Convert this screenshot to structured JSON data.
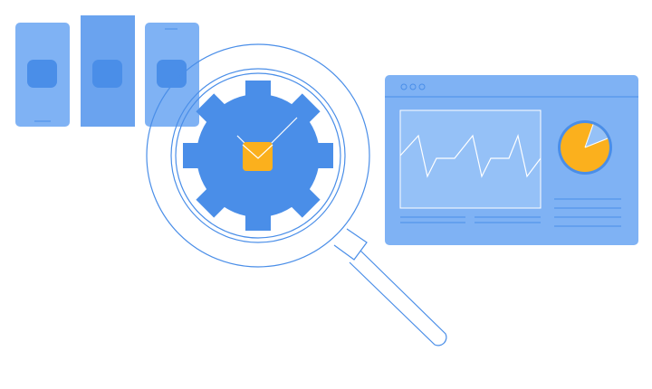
{
  "colors": {
    "background": "#ffffff",
    "device_light": "#7fb2f4",
    "device_mid": "#6aa3ef",
    "device_dark": "#4a8ee8",
    "accent": "#fbb01d",
    "line": "#4a8ee8",
    "panel_inner": "#95c1f7",
    "white": "#ffffff"
  },
  "illustration": {
    "devices": [
      {
        "kind": "phone",
        "icon": "app-icon"
      },
      {
        "kind": "tablet",
        "icon": "app-icon"
      },
      {
        "kind": "phone",
        "icon": "app-icon"
      }
    ],
    "magnifier": {
      "icon": "magnifying-glass-icon"
    },
    "gear": {
      "icon": "gear-icon"
    },
    "envelope": {
      "icon": "envelope-icon"
    },
    "dashboard": {
      "window_dots": 3,
      "line_chart": {
        "icon": "line-chart-icon"
      },
      "pie_chart": {
        "icon": "pie-chart-icon",
        "highlight_fraction": 0.85
      }
    }
  }
}
